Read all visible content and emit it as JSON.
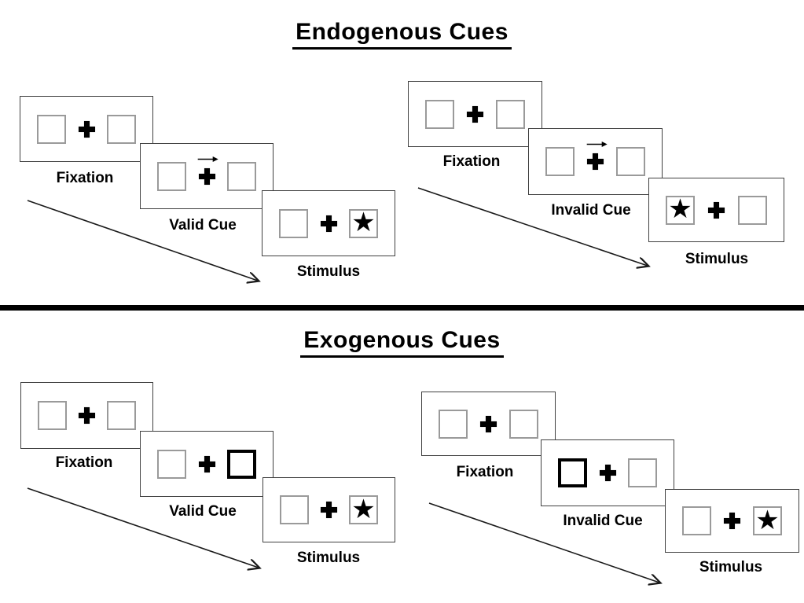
{
  "titles": {
    "endogenous": "Endogenous Cues",
    "exogenous": "Exogenous Cues"
  },
  "labels": {
    "fixation": "Fixation",
    "valid_cue": "Valid Cue",
    "invalid_cue": "Invalid Cue",
    "stimulus": "Stimulus"
  },
  "glyphs": {
    "star": "★",
    "plus": "+",
    "cue_arrow": "→"
  },
  "colors": {
    "ink": "#000000",
    "panel_border": "#404040",
    "box_border": "#9a9a9a",
    "thick_cue_border": "#000000",
    "background": "#ffffff"
  },
  "sequences": [
    {
      "section": "Endogenous Cues",
      "trial": "Valid Cue",
      "steps": [
        "Fixation",
        "Valid Cue",
        "Stimulus"
      ],
      "cue": "central arrow pointing right above fixation cross",
      "stimulus_side": "right"
    },
    {
      "section": "Endogenous Cues",
      "trial": "Invalid Cue",
      "steps": [
        "Fixation",
        "Invalid Cue",
        "Stimulus"
      ],
      "cue": "central arrow pointing right above fixation cross",
      "stimulus_side": "left"
    },
    {
      "section": "Exogenous Cues",
      "trial": "Valid Cue",
      "steps": [
        "Fixation",
        "Valid Cue",
        "Stimulus"
      ],
      "cue": "right box thick black border",
      "stimulus_side": "right"
    },
    {
      "section": "Exogenous Cues",
      "trial": "Invalid Cue",
      "steps": [
        "Fixation",
        "Invalid Cue",
        "Stimulus"
      ],
      "cue": "left box thick black border",
      "stimulus_side": "right"
    }
  ]
}
